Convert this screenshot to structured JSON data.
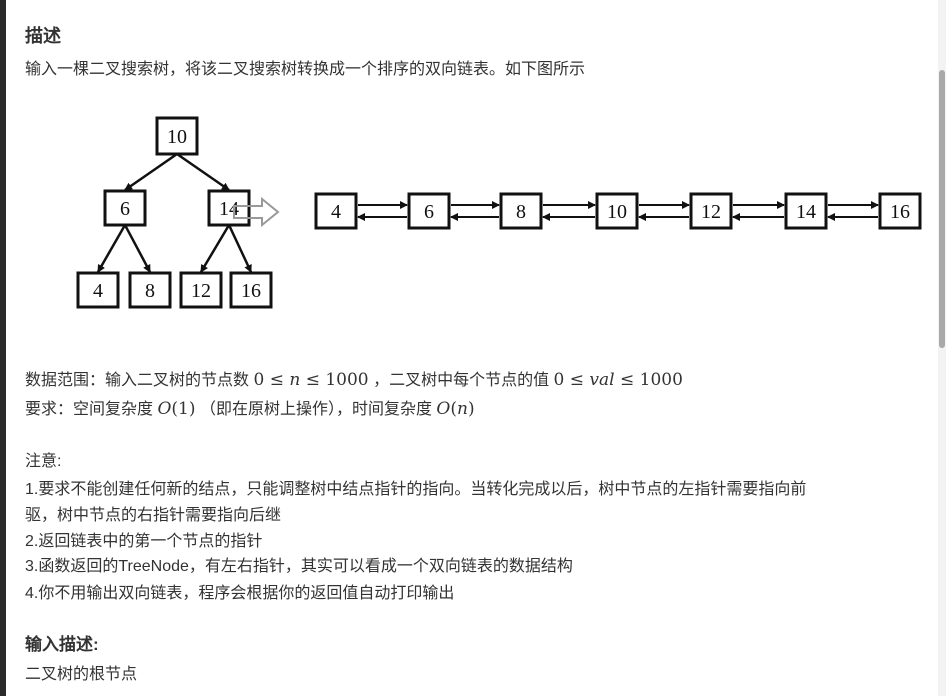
{
  "section_desc": {
    "heading": "描述",
    "intro": "输入一棵二叉搜索树，将该二叉搜索树转换成一个排序的双向链表。如下图所示"
  },
  "diagram": {
    "tree": {
      "root": "10",
      "level1": [
        "6",
        "14"
      ],
      "level2": [
        "4",
        "8",
        "12",
        "16"
      ]
    },
    "list": [
      "4",
      "6",
      "8",
      "10",
      "12",
      "14",
      "16"
    ],
    "arrow_icon": "hollow-right-arrow-icon"
  },
  "range_line": {
    "prefix": "数据范围：输入二叉树的节点数",
    "math1_a": "0 ≤ ",
    "math1_var": "n",
    "math1_b": " ≤ 1000",
    "middle": "，二叉树中每个节点的值",
    "math2_a": "0 ≤ ",
    "math2_var": "val",
    "math2_b": " ≤ 1000"
  },
  "require_line": {
    "prefix": "要求：空间复杂度",
    "math1_a": "O",
    "math1_b": "(1)",
    "middle": "（即在原树上操作），时间复杂度 ",
    "math2_a": "O",
    "math2_b": "(",
    "math2_var": "n",
    "math2_c": ")"
  },
  "notes": {
    "title": "注意:",
    "line1": "1.要求不能创建任何新的结点，只能调整树中结点指针的指向。当转化完成以后，树中节点的左指针需要指向前",
    "line1_cont": "驱，树中节点的右指针需要指向后继",
    "line2": "2.返回链表中的第一个节点的指针",
    "line3": "3.函数返回的TreeNode，有左右指针，其实可以看成一个双向链表的数据结构",
    "line4": "4.你不用输出双向链表，程序会根据你的返回值自动打印输出"
  },
  "input_desc": {
    "heading": "输入描述:",
    "text": "二叉树的根节点"
  }
}
